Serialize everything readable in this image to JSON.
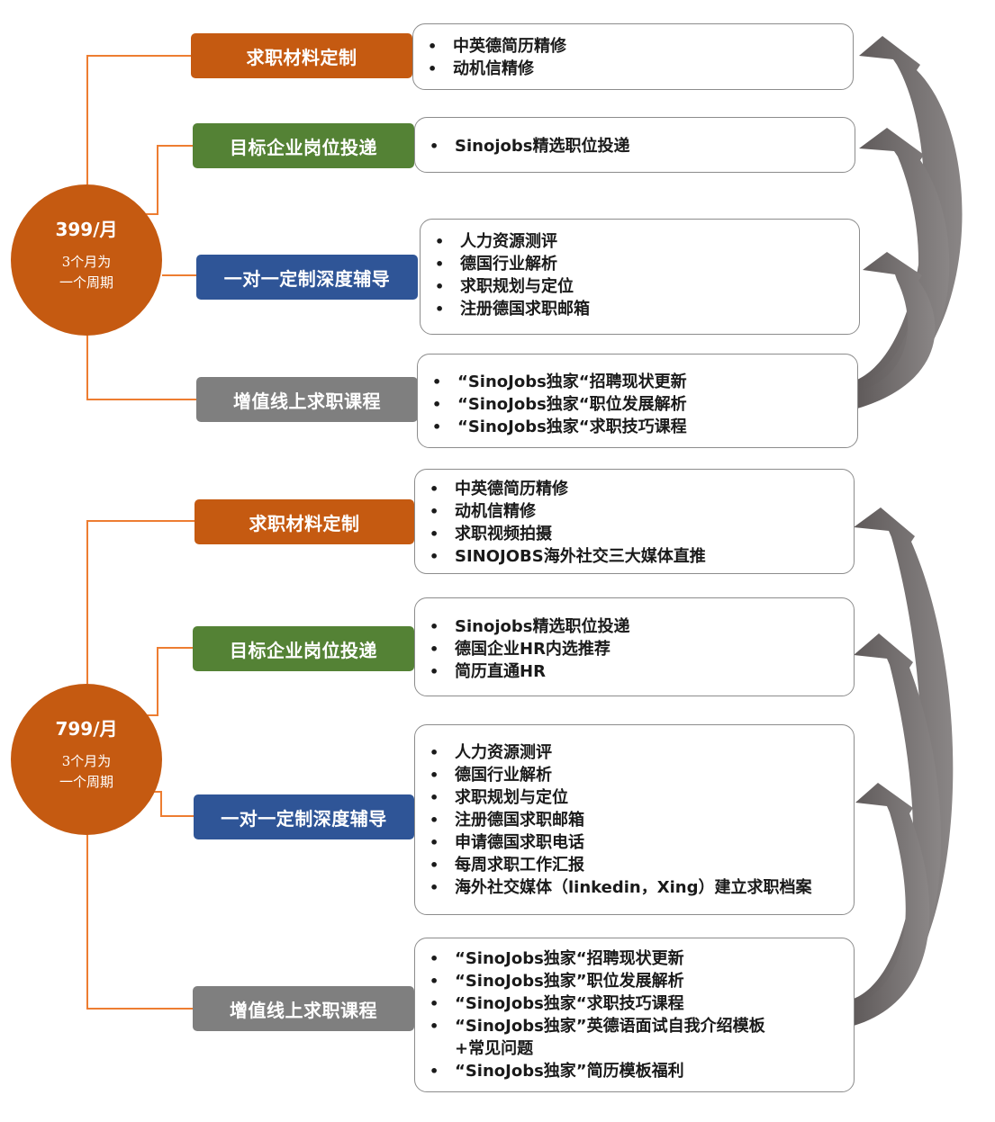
{
  "plans": [
    {
      "price": "399/月",
      "period": [
        "3个月为",
        "一个周期"
      ],
      "items": [
        {
          "label": "求职材料定制",
          "color": "#c55a11",
          "bullets": [
            "中英德简历精修",
            "动机信精修"
          ]
        },
        {
          "label": "目标企业岗位投递",
          "color": "#548235",
          "bullets": [
            "Sinojobs精选职位投递"
          ]
        },
        {
          "label": "一对一定制深度辅导",
          "color": "#2f5597",
          "bullets": [
            "人力资源测评",
            "德国行业解析",
            "求职规划与定位",
            "注册德国求职邮箱"
          ]
        },
        {
          "label": "增值线上求职课程",
          "color": "#7f7f7f",
          "bullets": [
            "“SinoJobs独家“招聘现状更新",
            "“SinoJobs独家“职位发展解析",
            "“SinoJobs独家“求职技巧课程"
          ]
        }
      ]
    },
    {
      "price": "799/月",
      "period": [
        "3个月为",
        "一个周期"
      ],
      "items": [
        {
          "label": "求职材料定制",
          "color": "#c55a11",
          "bullets": [
            "中英德简历精修",
            "动机信精修",
            "求职视频拍摄",
            "SINOJOBS海外社交三大媒体直推"
          ]
        },
        {
          "label": "目标企业岗位投递",
          "color": "#548235",
          "bullets": [
            "Sinojobs精选职位投递",
            "德国企业HR内选推荐",
            "简历直通HR"
          ]
        },
        {
          "label": "一对一定制深度辅导",
          "color": "#2f5597",
          "bullets": [
            "人力资源测评",
            "德国行业解析",
            "求职规划与定位",
            "注册德国求职邮箱",
            "申请德国求职电话",
            "每周求职工作汇报",
            "海外社交媒体（linkedin，Xing）建立求职档案"
          ]
        },
        {
          "label": "增值线上求职课程",
          "color": "#7f7f7f",
          "bullets": [
            "“SinoJobs独家“招聘现状更新",
            "“SinoJobs独家”职位发展解析",
            "“SinoJobs独家“求职技巧课程",
            "“SinoJobs独家”英德语面试自我介绍模板",
            "+常见问题",
            "“SinoJobs独家”简历模板福利"
          ]
        }
      ]
    }
  ],
  "colors": {
    "connector": "#ed7d31",
    "arrow": "#767171"
  }
}
